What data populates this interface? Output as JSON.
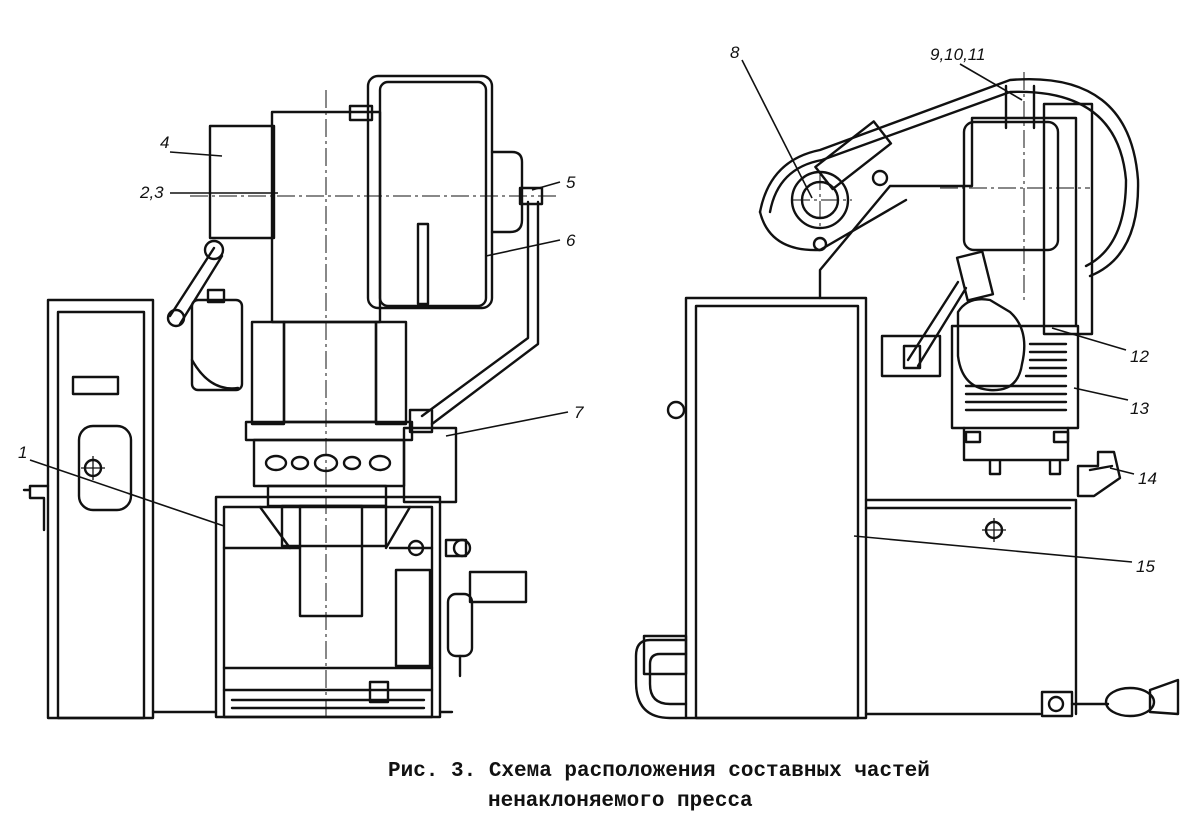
{
  "callouts": {
    "c1": "1",
    "c2_3": "2,3",
    "c4": "4",
    "c5": "5",
    "c6": "6",
    "c7": "7",
    "c8": "8",
    "c9_10_11": "9,10,11",
    "c12": "12",
    "c13": "13",
    "c14": "14",
    "c15": "15"
  },
  "caption": {
    "line1": "Рис. 3. Схема расположения составных частей",
    "line2": "ненаклоняемого пресса"
  }
}
